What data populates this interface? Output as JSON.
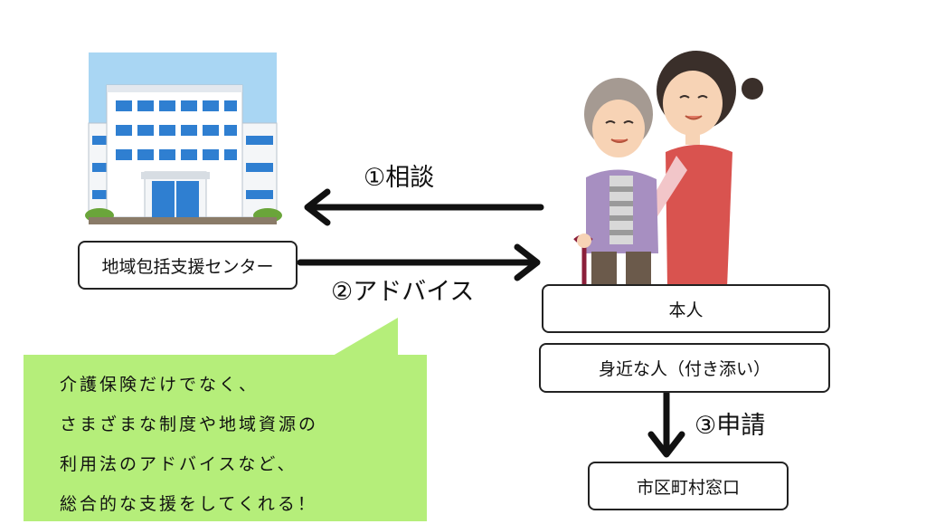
{
  "nodes": {
    "center": "地域包括支援センター",
    "person": "本人",
    "companion": "身近な人（付き添い）",
    "window": "市区町村窓口"
  },
  "arrows": {
    "consult": "①相談",
    "advice": "②アドバイス",
    "apply": "③申請"
  },
  "callout": {
    "lines": [
      "介護保険だけでなく、",
      "さまざまな制度や地域資源の",
      "利用法のアドバイスなど、",
      "総合的な支援をしてくれる！"
    ]
  },
  "colors": {
    "callout_bg": "#b5ee7a",
    "building_blue": "#2f7fd1",
    "sky": "#a9d6f3"
  },
  "icons": {
    "building": "community-center-building-illustration",
    "people": "elderly-woman-with-cane-and-caregiver-illustration"
  }
}
